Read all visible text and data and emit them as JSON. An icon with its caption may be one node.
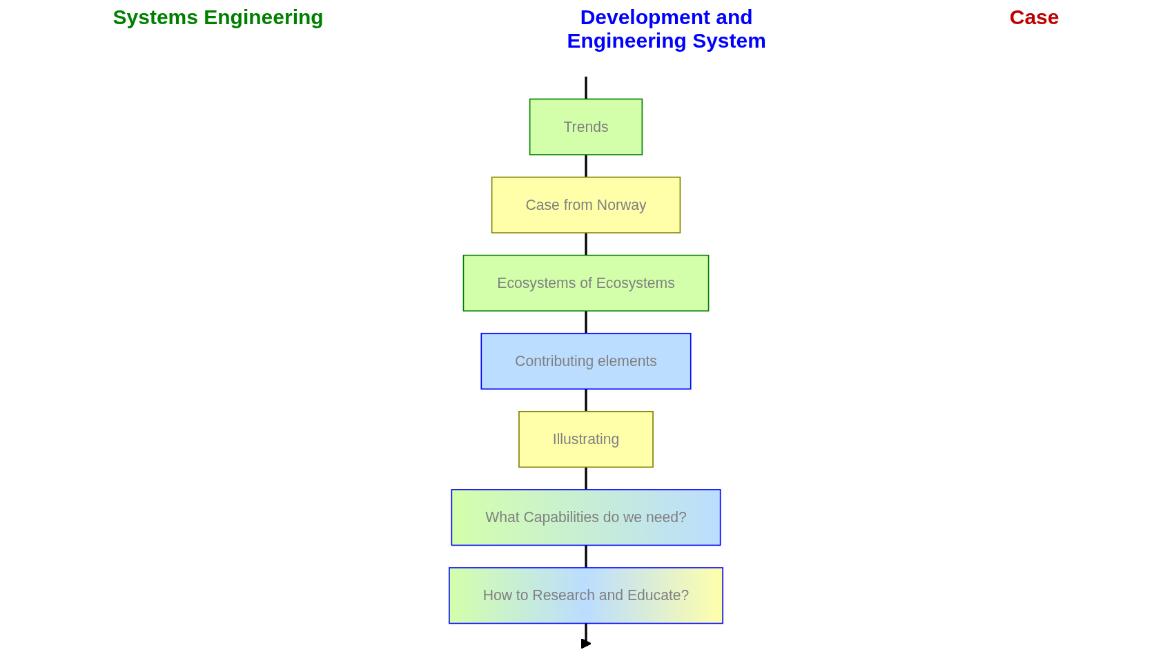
{
  "diagram": {
    "nodes": [
      {
        "text": [
          "Trends"
        ]
      },
      {
        "text": [
          "Case from Norway"
        ]
      },
      {
        "text": [
          "Ecosystems of Ecosystems"
        ]
      },
      {
        "text": [
          "Contributing elements"
        ]
      },
      {
        "text": [
          "Illustrating"
        ]
      },
      {
        "text": [
          "What Capabilities do we need?"
        ]
      },
      {
        "text": [
          "How to Research and Educate?"
        ]
      }
    ],
    "edges": [
      {
        "from": null,
        "to": 0,
        "arrow": "none"
      },
      {
        "from": 0,
        "to": 1,
        "arrow": "none"
      },
      {
        "from": 1,
        "to": 2,
        "arrow": "none"
      },
      {
        "from": 2,
        "to": 3,
        "arrow": "none"
      },
      {
        "from": 3,
        "to": 4,
        "arrow": "none"
      },
      {
        "from": 4,
        "to": 5,
        "arrow": "none"
      },
      {
        "from": 5,
        "to": 6,
        "arrow": "none"
      },
      {
        "from": 6,
        "to": null,
        "arrow": "to"
      }
    ],
    "labels": [
      "Systems Engineering",
      "Development and Engineering System",
      "Case"
    ]
  }
}
